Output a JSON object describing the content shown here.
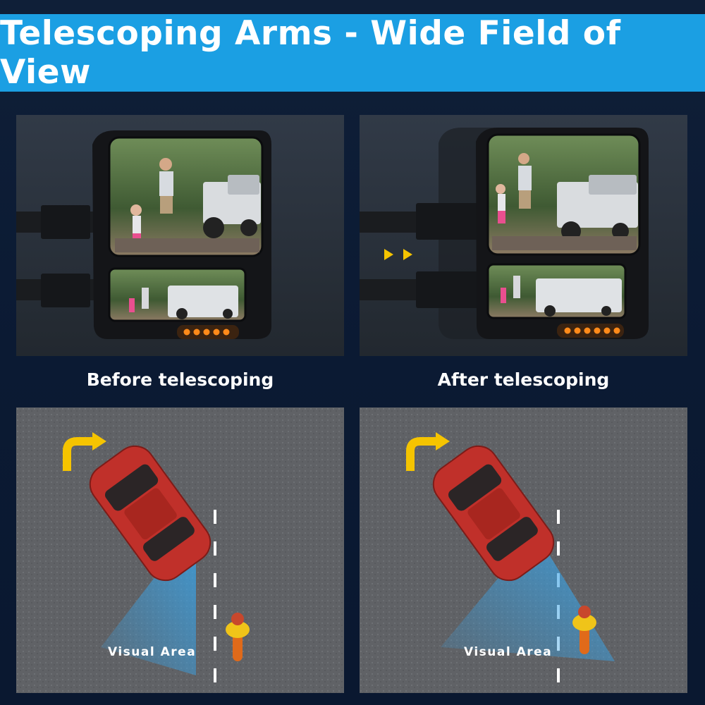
{
  "banner": {
    "title": "Telescoping Arms - Wide Field of View"
  },
  "captions": {
    "before": "Before telescoping",
    "after": "After telescoping"
  },
  "roads": {
    "visual_area_label": "Visual Area"
  },
  "colors": {
    "banner": "#1b9fe3",
    "turn_arrow": "#f5c400",
    "car": "#c0302a",
    "visual_area": "#3aa3e6",
    "turn_signal": "#ff8a1a"
  }
}
